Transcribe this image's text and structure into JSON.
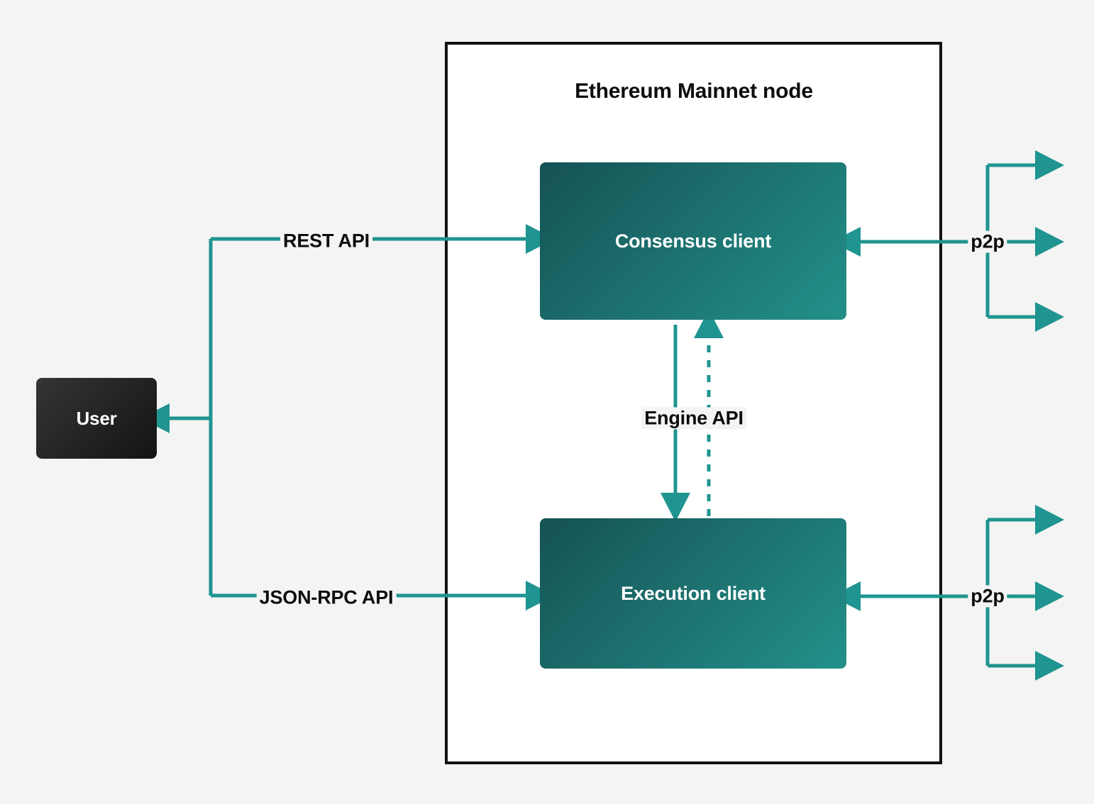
{
  "diagram": {
    "title": "Ethereum Mainnet node",
    "background_color": "#f4f4f4",
    "frame_color": "#111111",
    "connector_color": "#1f9490",
    "node_fill_from": "#155254",
    "node_fill_to": "#239089",
    "actor_fill": "#1b1b1b"
  },
  "nodes": {
    "user": {
      "label": "User"
    },
    "consensus_client": {
      "label": "Consensus client"
    },
    "execution_client": {
      "label": "Execution client"
    }
  },
  "connections": {
    "rest_api": {
      "label": "REST API"
    },
    "json_rpc_api": {
      "label": "JSON-RPC API"
    },
    "engine_api": {
      "label": "Engine API"
    },
    "p2p_top": {
      "label": "p2p"
    },
    "p2p_bottom": {
      "label": "p2p"
    }
  }
}
